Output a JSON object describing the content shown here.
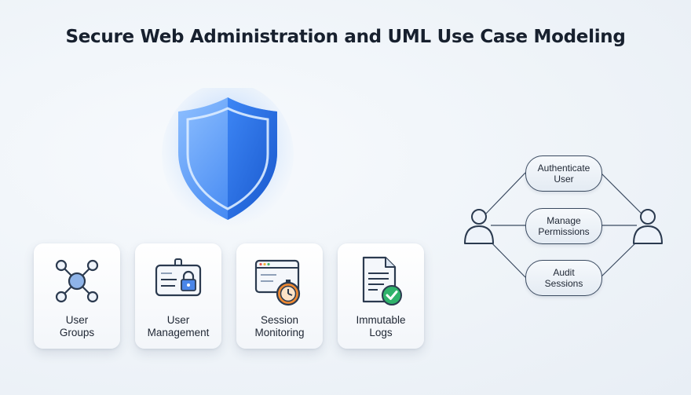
{
  "title": "Secure Web Administration and UML Use Case Modeling",
  "cards": [
    {
      "label": "User\nGroups",
      "icon": "network-icon"
    },
    {
      "label": "User\nManagement",
      "icon": "id-badge-lock-icon"
    },
    {
      "label": "Session\nMonitoring",
      "icon": "browser-timer-icon"
    },
    {
      "label": "Immutable\nLogs",
      "icon": "document-check-icon"
    }
  ],
  "use_cases": [
    {
      "label": "Authenticate\nUser"
    },
    {
      "label": "Manage\nPermissions"
    },
    {
      "label": "Audit\nSessions"
    }
  ],
  "colors": {
    "title": "#17202e",
    "shield_blue": "#2f7ff0",
    "timer_orange": "#f08a32",
    "check_green": "#2fb36b",
    "icon_stroke": "#2b3a4f"
  }
}
